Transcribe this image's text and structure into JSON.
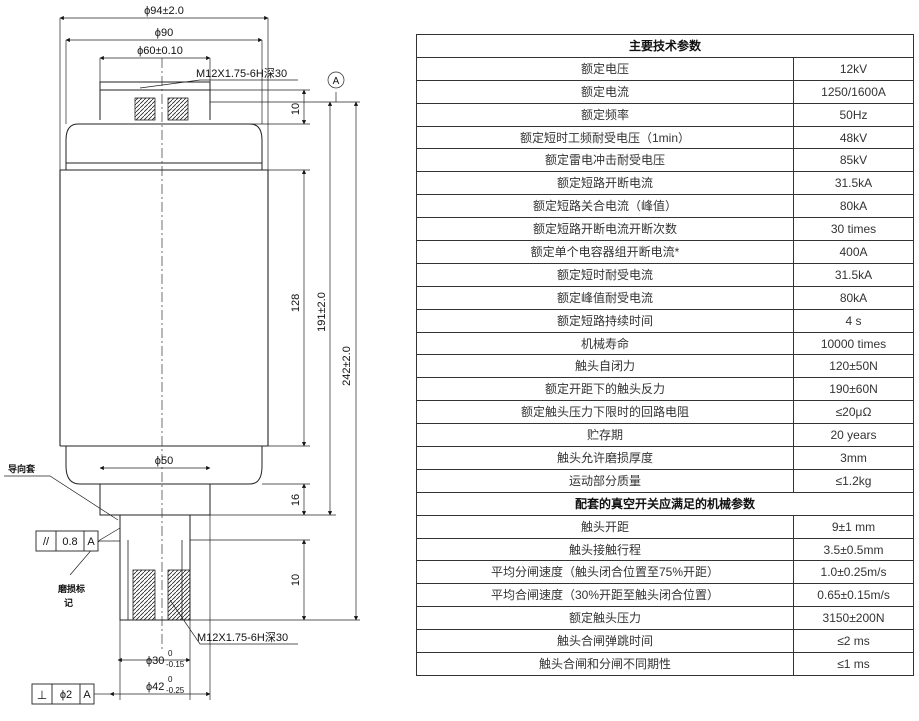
{
  "drawing": {
    "dims": {
      "d_outer": "ϕ94±2.0",
      "d_body": "ϕ90",
      "d_top": "ϕ60±0.10",
      "thread_top": "M12X1.75-6H深30",
      "h_top": "10",
      "h_body": "128",
      "h_191": "191±2.0",
      "h_total": "242±2.0",
      "d_bottom": "ϕ50",
      "h_16": "16",
      "h_10b": "10",
      "thread_bottom": "M12X1.75-6H深30",
      "d_30": "ϕ30",
      "d_30_tol_up": "0",
      "d_30_tol_dn": "-0.15",
      "d_42": "ϕ42",
      "d_42_tol_up": "0",
      "d_42_tol_dn": "-0.25"
    },
    "datum": "A",
    "label_guide": "导向套",
    "label_wear_1": "磨损标",
    "label_wear_2": "记",
    "tol_parallel": {
      "symbol": "//",
      "value": "0.8",
      "ref": "A"
    },
    "tol_perp": {
      "symbol": "⊥",
      "value": "ϕ2",
      "ref": "A"
    }
  },
  "table": {
    "section1_title": "主要技术参数",
    "rows1": [
      {
        "param": "额定电压",
        "value": "12kV"
      },
      {
        "param": "额定电流",
        "value": "1250/1600A"
      },
      {
        "param": "额定频率",
        "value": "50Hz"
      },
      {
        "param": "额定短时工频耐受电压（1min）",
        "value": "48kV"
      },
      {
        "param": "额定雷电冲击耐受电压",
        "value": "85kV"
      },
      {
        "param": "额定短路开断电流",
        "value": "31.5kA"
      },
      {
        "param": "额定短路关合电流（峰值）",
        "value": "80kA"
      },
      {
        "param": "额定短路开断电流开断次数",
        "value": "30 times"
      },
      {
        "param": "额定单个电容器组开断电流*",
        "value": "400A"
      },
      {
        "param": "额定短时耐受电流",
        "value": "31.5kA"
      },
      {
        "param": "额定峰值耐受电流",
        "value": "80kA"
      },
      {
        "param": "额定短路持续时间",
        "value": "4 s"
      },
      {
        "param": "机械寿命",
        "value": "10000 times"
      },
      {
        "param": "触头自闭力",
        "value": "120±50N"
      },
      {
        "param": "额定开距下的触头反力",
        "value": "190±60N"
      },
      {
        "param": "额定触头压力下限时的回路电阻",
        "value": "≤20μΩ"
      },
      {
        "param": "贮存期",
        "value": "20 years"
      },
      {
        "param": "触头允许磨损厚度",
        "value": "3mm"
      },
      {
        "param": "运动部分质量",
        "value": "≤1.2kg"
      }
    ],
    "section2_title": "配套的真空开关应满足的机械参数",
    "rows2": [
      {
        "param": "触头开距",
        "value": "9±1 mm"
      },
      {
        "param": "触头接触行程",
        "value": "3.5±0.5mm"
      },
      {
        "param": "平均分闸速度（触头闭合位置至75%开距）",
        "value": "1.0±0.25m/s"
      },
      {
        "param": "平均合闸速度（30%开距至触头闭合位置）",
        "value": "0.65±0.15m/s"
      },
      {
        "param": "额定触头压力",
        "value": "3150±200N"
      },
      {
        "param": "触头合闸弹跳时间",
        "value": "≤2 ms"
      },
      {
        "param": "触头合闸和分闸不同期性",
        "value": "≤1 ms"
      }
    ]
  }
}
